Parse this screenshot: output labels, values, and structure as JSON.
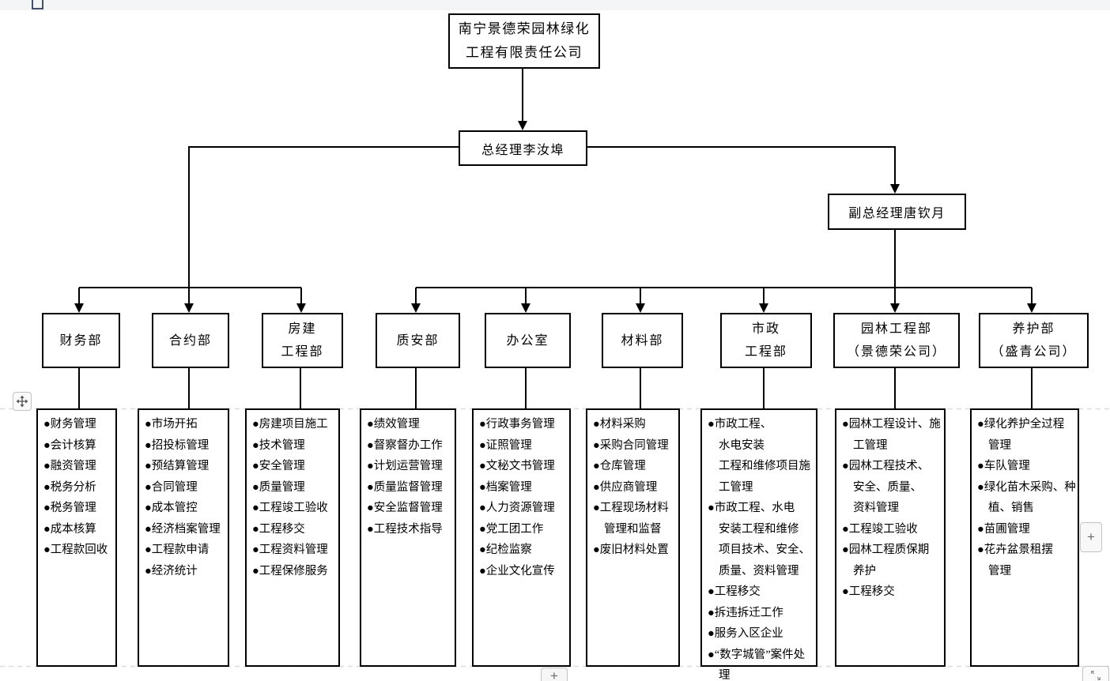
{
  "window": {
    "top_strip_color": "#f4f5f7"
  },
  "org": {
    "company_name": "南宁景德荣园林绿化\n工程有限责任公司",
    "gm_label": "总经理李汝埠",
    "dgm_label": "副总经理唐钦月",
    "departments": [
      {
        "title": "财务部",
        "items": [
          "●财务管理",
          "●会计核算",
          "●融资管理",
          "●税务分析",
          "●税务管理",
          "●成本核算",
          "●工程款回收"
        ]
      },
      {
        "title": "合约部",
        "items": [
          "●市场开拓",
          "●招投标管理",
          "●预结算管理",
          "●合同管理",
          "●成本管控",
          "●经济档案管理",
          "●工程款申请",
          "●经济统计"
        ]
      },
      {
        "title": "房建\n工程部",
        "items": [
          "●房建项目施工",
          "●技术管理",
          "●安全管理",
          "●质量管理",
          "●工程竣工验收",
          "●工程移交",
          "●工程资料管理",
          "●工程保修服务"
        ]
      },
      {
        "title": "质安部",
        "items": [
          "●绩效管理",
          "●督察督办工作",
          "●计划运营管理",
          "●质量监督管理",
          "●安全监督管理",
          "●工程技术指导"
        ]
      },
      {
        "title": "办公室",
        "items": [
          "●行政事务管理",
          "●证照管理",
          "●文秘文书管理",
          "●档案管理",
          "●人力资源管理",
          "●党工团工作",
          "●纪检监察",
          "●企业文化宣传"
        ]
      },
      {
        "title": "材料部",
        "items": [
          "●材料采购",
          "●采购合同管理",
          "●仓库管理",
          "●供应商管理",
          "●工程现场材料\n管理和监督",
          "●废旧材料处置"
        ]
      },
      {
        "title": "市政\n工程部",
        "items": [
          "●市政工程、水电安装\n工程和维修项目施\n工管理",
          "●市政工程、水电\n安装工程和维修\n项目技术、安全、\n质量、资料管理",
          "●工程移交",
          "●拆违拆迁工作",
          "●服务入区企业",
          "●“数字城管”案件处\n理"
        ]
      },
      {
        "title": "园林工程部\n（景德荣公司）",
        "items": [
          "●园林工程设计、施\n工管理",
          "●园林工程技术、\n安全、质量、\n资料管理",
          "●工程竣工验收",
          "●园林工程质保期\n养护",
          "●工程移交"
        ]
      },
      {
        "title": "养护部\n（盛青公司）",
        "items": [
          "●绿化养护全过程\n管理",
          "●车队管理",
          "●绿化苗木采购、种\n植、销售",
          "●苗圃管理",
          "●花卉盆景租摆\n管理"
        ]
      }
    ]
  },
  "ui": {
    "add_button_label": "+",
    "accent_line_color": "#000000",
    "canvas_dash_color": "#dcdcdc"
  }
}
